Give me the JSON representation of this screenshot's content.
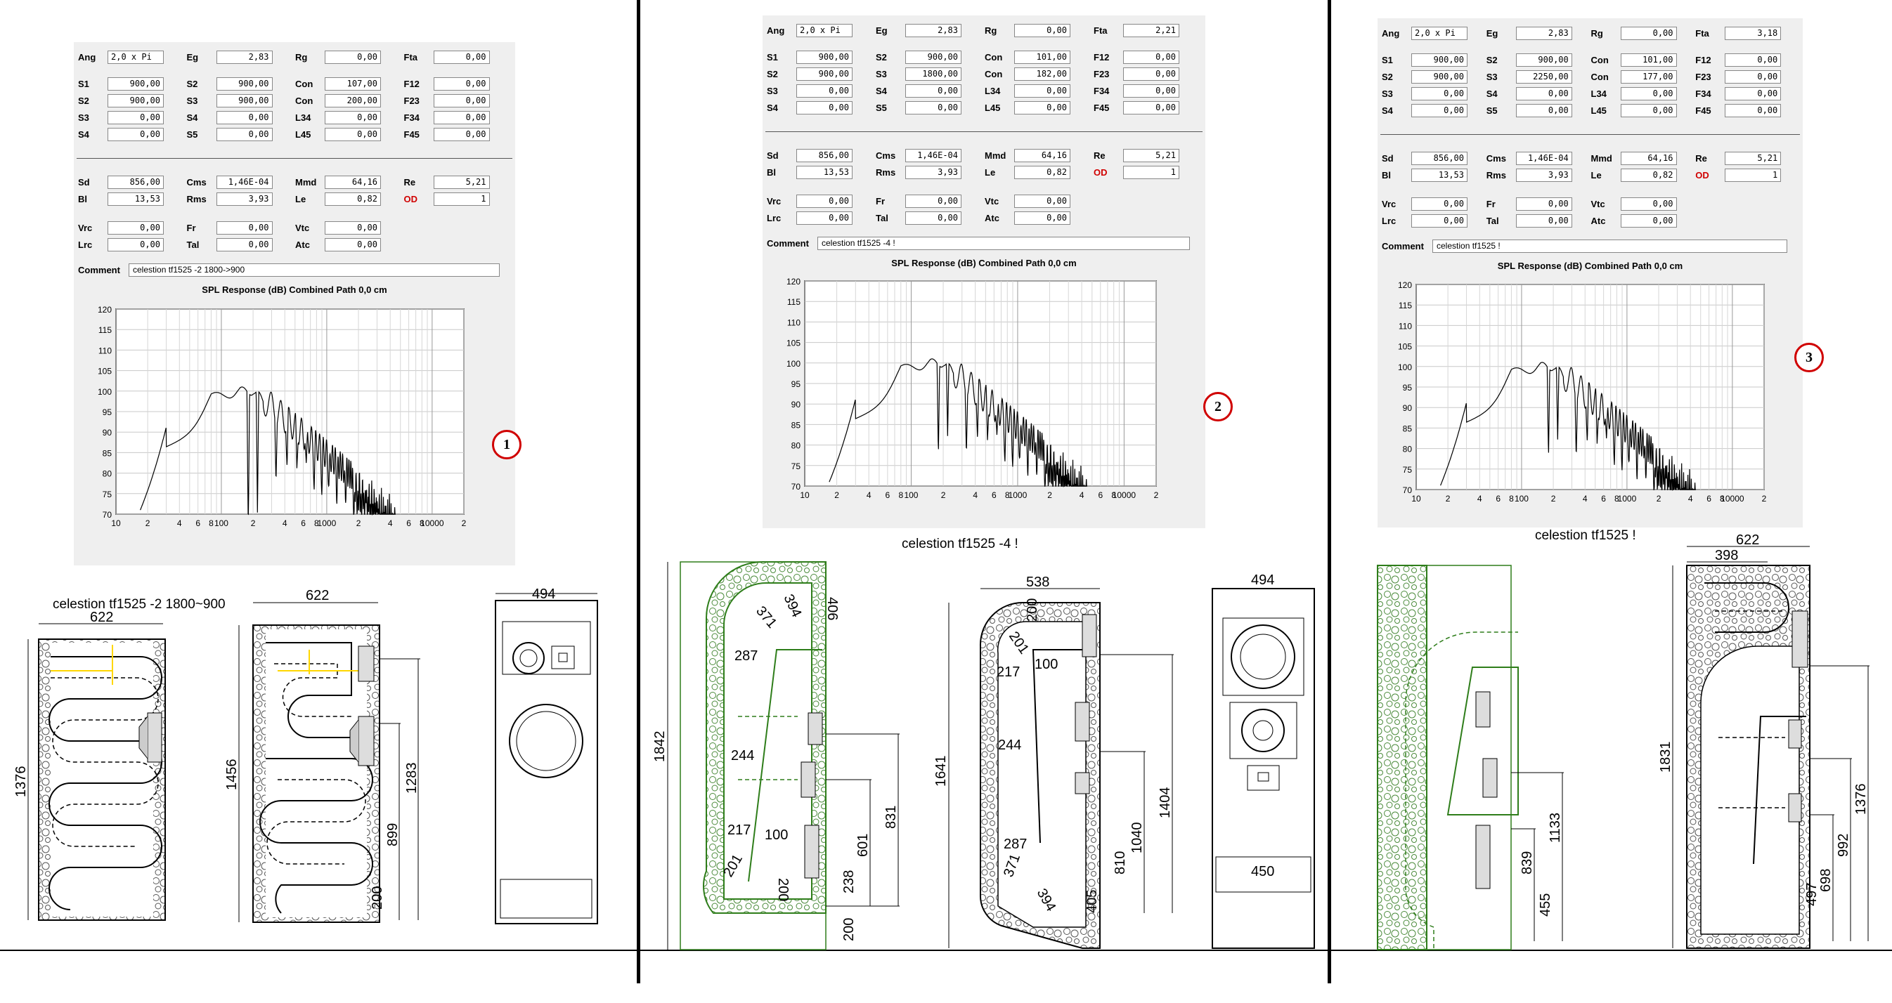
{
  "labels": {
    "Ang": "Ang",
    "Eg": "Eg",
    "Rg": "Rg",
    "Fta": "Fta",
    "S1": "S1",
    "S2": "S2",
    "S3": "S3",
    "S4": "S4",
    "S5": "S5",
    "Con": "Con",
    "F12": "F12",
    "F23": "F23",
    "F34": "F34",
    "F45": "F45",
    "L34": "L34",
    "L45": "L45",
    "Sd": "Sd",
    "Cms": "Cms",
    "Mmd": "Mmd",
    "Re": "Re",
    "Bl": "Bl",
    "Rms": "Rms",
    "Le": "Le",
    "OD": "OD",
    "Vrc": "Vrc",
    "Fr": "Fr",
    "Vtc": "Vtc",
    "Lrc": "Lrc",
    "Tal": "Tal",
    "Atc": "Atc",
    "Comment": "Comment"
  },
  "chart_title": "SPL Response (dB)   Combined   Path 0,0 cm",
  "y_ticks": [
    "120",
    "115",
    "110",
    "105",
    "100",
    "95",
    "90",
    "85",
    "80",
    "75",
    "70"
  ],
  "x_ticks": [
    "10",
    "2",
    "4",
    "6",
    "8",
    "100",
    "2",
    "4",
    "6",
    "8",
    "1000",
    "2",
    "4",
    "6",
    "8",
    "10000",
    "2"
  ],
  "panels": [
    {
      "number": "1",
      "ang": "2,0 x Pi",
      "eg": "2,83",
      "rg": "0,00",
      "fta": "0,00",
      "s1_left": "900,00",
      "s2_right": "900,00",
      "con_1": "107,00",
      "f12": "0,00",
      "s2_left": "900,00",
      "s3_right": "900,00",
      "con_2": "200,00",
      "f23": "0,00",
      "s3_left": "0,00",
      "s4_right": "0,00",
      "l34": "0,00",
      "f34": "0,00",
      "s4_left": "0,00",
      "s5_right": "0,00",
      "l45": "0,00",
      "f45": "0,00",
      "sd": "856,00",
      "cms": "1,46E-04",
      "mmd": "64,16",
      "re": "5,21",
      "bl": "13,53",
      "rms": "3,93",
      "le": "0,82",
      "od": "1",
      "vrc": "0,00",
      "fr": "0,00",
      "vtc": "0,00",
      "lrc": "0,00",
      "tal": "0,00",
      "atc": "0,00",
      "comment": "celestion tf1525 -2 1800->900"
    },
    {
      "number": "2",
      "ang": "2,0 x Pi",
      "eg": "2,83",
      "rg": "0,00",
      "fta": "2,21",
      "s1_left": "900,00",
      "s2_right": "900,00",
      "con_1": "101,00",
      "f12": "0,00",
      "s2_left": "900,00",
      "s3_right": "1800,00",
      "con_2": "182,00",
      "f23": "0,00",
      "s3_left": "0,00",
      "s4_right": "0,00",
      "l34": "0,00",
      "f34": "0,00",
      "s4_left": "0,00",
      "s5_right": "0,00",
      "l45": "0,00",
      "f45": "0,00",
      "sd": "856,00",
      "cms": "1,46E-04",
      "mmd": "64,16",
      "re": "5,21",
      "bl": "13,53",
      "rms": "3,93",
      "le": "0,82",
      "od": "1",
      "vrc": "0,00",
      "fr": "0,00",
      "vtc": "0,00",
      "lrc": "0,00",
      "tal": "0,00",
      "atc": "0,00",
      "comment": "celestion tf1525 -4 !"
    },
    {
      "number": "3",
      "ang": "2,0 x Pi",
      "eg": "2,83",
      "rg": "0,00",
      "fta": "3,18",
      "s1_left": "900,00",
      "s2_right": "900,00",
      "con_1": "101,00",
      "f12": "0,00",
      "s2_left": "900,00",
      "s3_right": "2250,00",
      "con_2": "177,00",
      "f23": "0,00",
      "s3_left": "0,00",
      "s4_right": "0,00",
      "l34": "0,00",
      "f34": "0,00",
      "s4_left": "0,00",
      "s5_right": "0,00",
      "l45": "0,00",
      "f45": "0,00",
      "sd": "856,00",
      "cms": "1,46E-04",
      "mmd": "64,16",
      "re": "5,21",
      "bl": "13,53",
      "rms": "3,93",
      "le": "0,82",
      "od": "1",
      "vrc": "0,00",
      "fr": "0,00",
      "vtc": "0,00",
      "lrc": "0,00",
      "tal": "0,00",
      "atc": "0,00",
      "comment": "celestion tf1525 !"
    }
  ],
  "captions": {
    "design1": "celestion tf1525 -2 1800~900",
    "design2": "celestion tf1525 -4 !",
    "design3": "celestion tf1525 !"
  },
  "dims": {
    "d1_w": "622",
    "d1_h": "1376",
    "d2_w": "622",
    "d2_h": "1456",
    "d2_a": "1283",
    "d2_b": "899",
    "d2_c": "200",
    "d3_w": "494",
    "d4_h": "1842",
    "d4_a": "406",
    "d4_b": "394",
    "d4_c": "371",
    "d4_d": "287",
    "d4_e": "244",
    "d4_f": "217",
    "d4_g": "100",
    "d4_h2": "201",
    "d4_i": "200",
    "d4_j": "238",
    "d4_k": "601",
    "d4_l": "831",
    "d4_m": "200",
    "d5_w": "538",
    "d5_h": "1641",
    "d5_a": "200",
    "d5_b": "201",
    "d5_c": "217",
    "d5_d": "100",
    "d5_e": "244",
    "d5_f": "287",
    "d5_g": "371",
    "d5_h2": "394",
    "d5_i": "405",
    "d5_j": "810",
    "d5_k": "1040",
    "d5_l": "1404",
    "d6_w": "494",
    "d6_b": "450",
    "d7_a": "1133",
    "d7_b": "839",
    "d7_c": "455",
    "d8_w": "622",
    "d8_w2": "398",
    "d8_h": "1831",
    "d8_a": "1376",
    "d8_b": "992",
    "d8_c": "698",
    "d8_d": "497"
  }
}
